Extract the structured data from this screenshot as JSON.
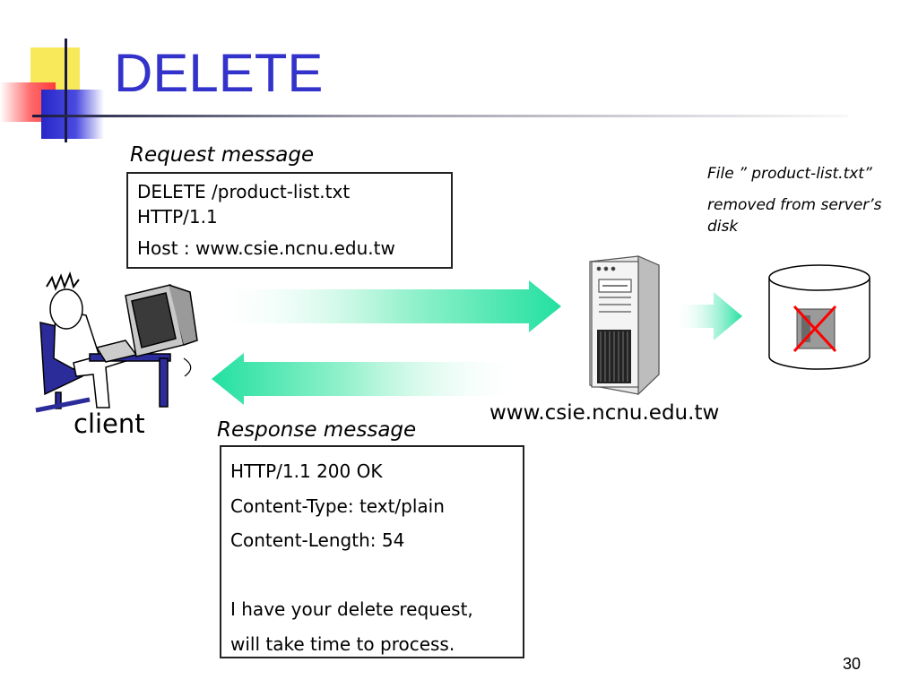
{
  "slide": {
    "title": "DELETE",
    "page_number": "30"
  },
  "request": {
    "caption": "Request message",
    "line1": "DELETE /product-list.txt",
    "line2": "HTTP/1.1",
    "host": "Host : www.csie.ncnu.edu.tw"
  },
  "response": {
    "caption": "Response message",
    "lines": [
      "HTTP/1.1 200 OK",
      "Content-Type: text/plain",
      "Content-Length: 54",
      "",
      "I have your delete request,",
      "will take time to process."
    ]
  },
  "file_note": {
    "line1": "File ” product-list.txt”",
    "line2": "removed from server’s disk"
  },
  "labels": {
    "client": "client",
    "server": "www.csie.ncnu.edu.tw"
  },
  "colors": {
    "title": "#3333cc",
    "arrow": "#22e0a0",
    "deco_yellow": "#f7e95a",
    "deco_red": "#ff3a3a",
    "deco_blue": "#2828c8"
  },
  "icons": [
    "person-at-computer-icon",
    "server-tower-icon",
    "disk-cylinder-icon",
    "deleted-file-icon"
  ]
}
